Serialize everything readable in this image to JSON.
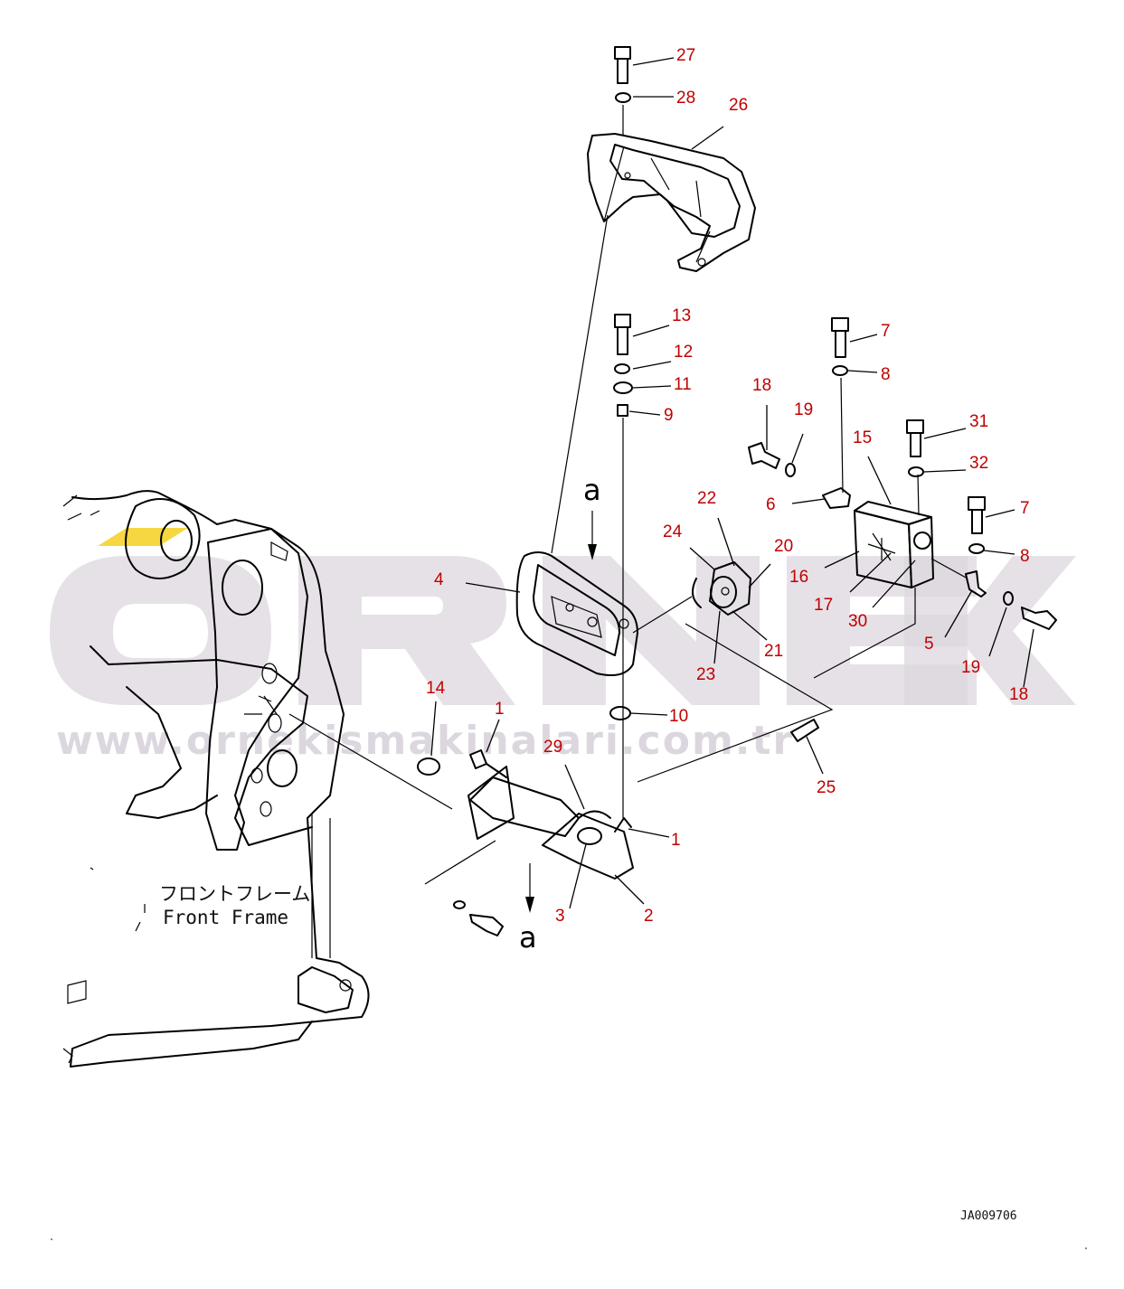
{
  "drawing": {
    "frame_label_jp": "フロントフレーム",
    "frame_label_en": "Front Frame",
    "drawing_code": "JA009706",
    "section_mark": "a"
  },
  "watermark": {
    "brand": "ÖRNEK",
    "url": "www.ornekismakinalari.com.tr",
    "color": "#dcd6de",
    "accent": "#f5d020"
  },
  "callout_color": "#c00000",
  "callouts": [
    {
      "id": "c27",
      "text": "27"
    },
    {
      "id": "c28",
      "text": "28"
    },
    {
      "id": "c26",
      "text": "26"
    },
    {
      "id": "c13",
      "text": "13"
    },
    {
      "id": "c12",
      "text": "12"
    },
    {
      "id": "c11",
      "text": "11"
    },
    {
      "id": "c9",
      "text": "9"
    },
    {
      "id": "c7a",
      "text": "7"
    },
    {
      "id": "c8a",
      "text": "8"
    },
    {
      "id": "c18a",
      "text": "18"
    },
    {
      "id": "c19a",
      "text": "19"
    },
    {
      "id": "c31",
      "text": "31"
    },
    {
      "id": "c32",
      "text": "32"
    },
    {
      "id": "c15",
      "text": "15"
    },
    {
      "id": "c6",
      "text": "6"
    },
    {
      "id": "c7b",
      "text": "7"
    },
    {
      "id": "c8b",
      "text": "8"
    },
    {
      "id": "c22",
      "text": "22"
    },
    {
      "id": "c24",
      "text": "24"
    },
    {
      "id": "c20",
      "text": "20"
    },
    {
      "id": "c16",
      "text": "16"
    },
    {
      "id": "c17",
      "text": "17"
    },
    {
      "id": "c30",
      "text": "30"
    },
    {
      "id": "c4",
      "text": "4"
    },
    {
      "id": "c21",
      "text": "21"
    },
    {
      "id": "c23",
      "text": "23"
    },
    {
      "id": "c5",
      "text": "5"
    },
    {
      "id": "c19b",
      "text": "19"
    },
    {
      "id": "c18b",
      "text": "18"
    },
    {
      "id": "c14",
      "text": "14"
    },
    {
      "id": "c1a",
      "text": "1"
    },
    {
      "id": "c10",
      "text": "10"
    },
    {
      "id": "c29",
      "text": "29"
    },
    {
      "id": "c25",
      "text": "25"
    },
    {
      "id": "c1b",
      "text": "1"
    },
    {
      "id": "c3",
      "text": "3"
    },
    {
      "id": "c2",
      "text": "2"
    }
  ]
}
